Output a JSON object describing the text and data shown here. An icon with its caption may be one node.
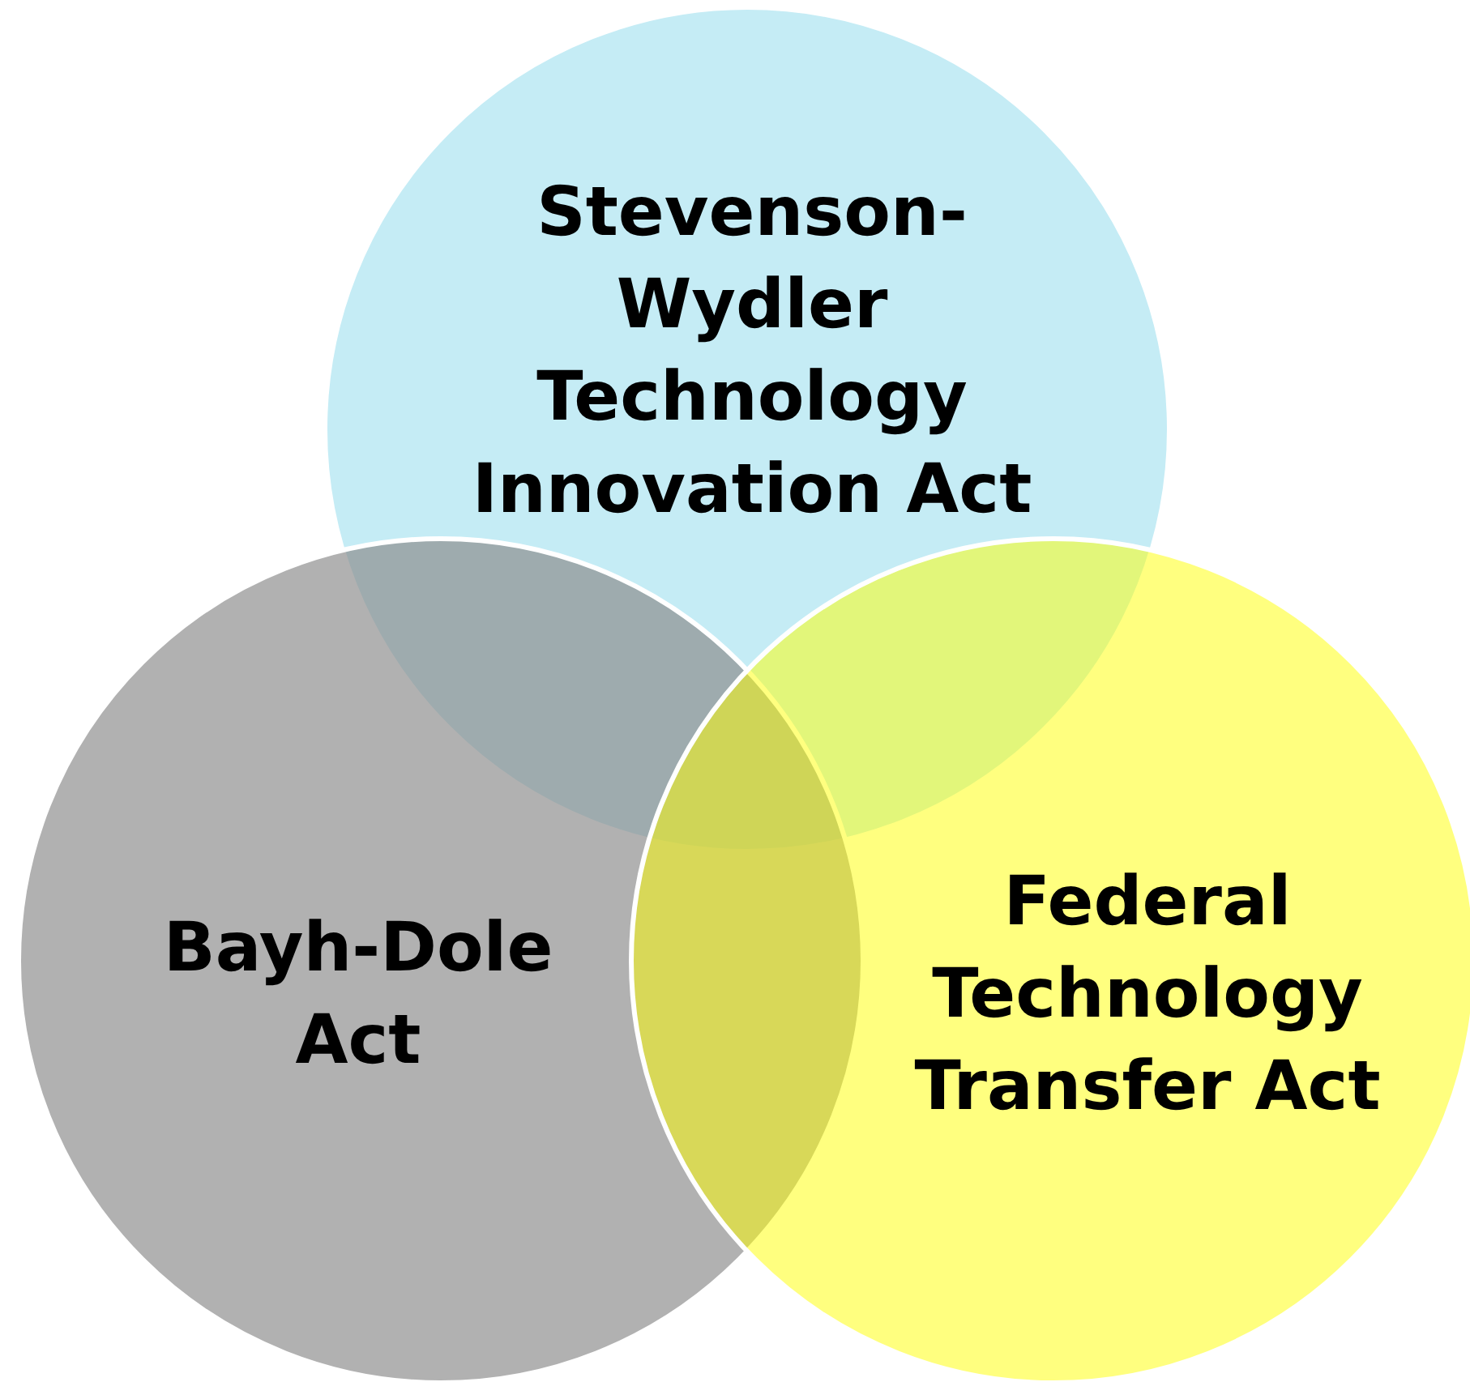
{
  "diagram": {
    "nodes": [
      {
        "text": [
          "Stevenson-Wydler Technology Innovation Act"
        ]
      },
      {
        "text": [
          "Bayh-Dole Act"
        ]
      },
      {
        "text": [
          "Federal Technology Transfer Act"
        ]
      }
    ]
  }
}
